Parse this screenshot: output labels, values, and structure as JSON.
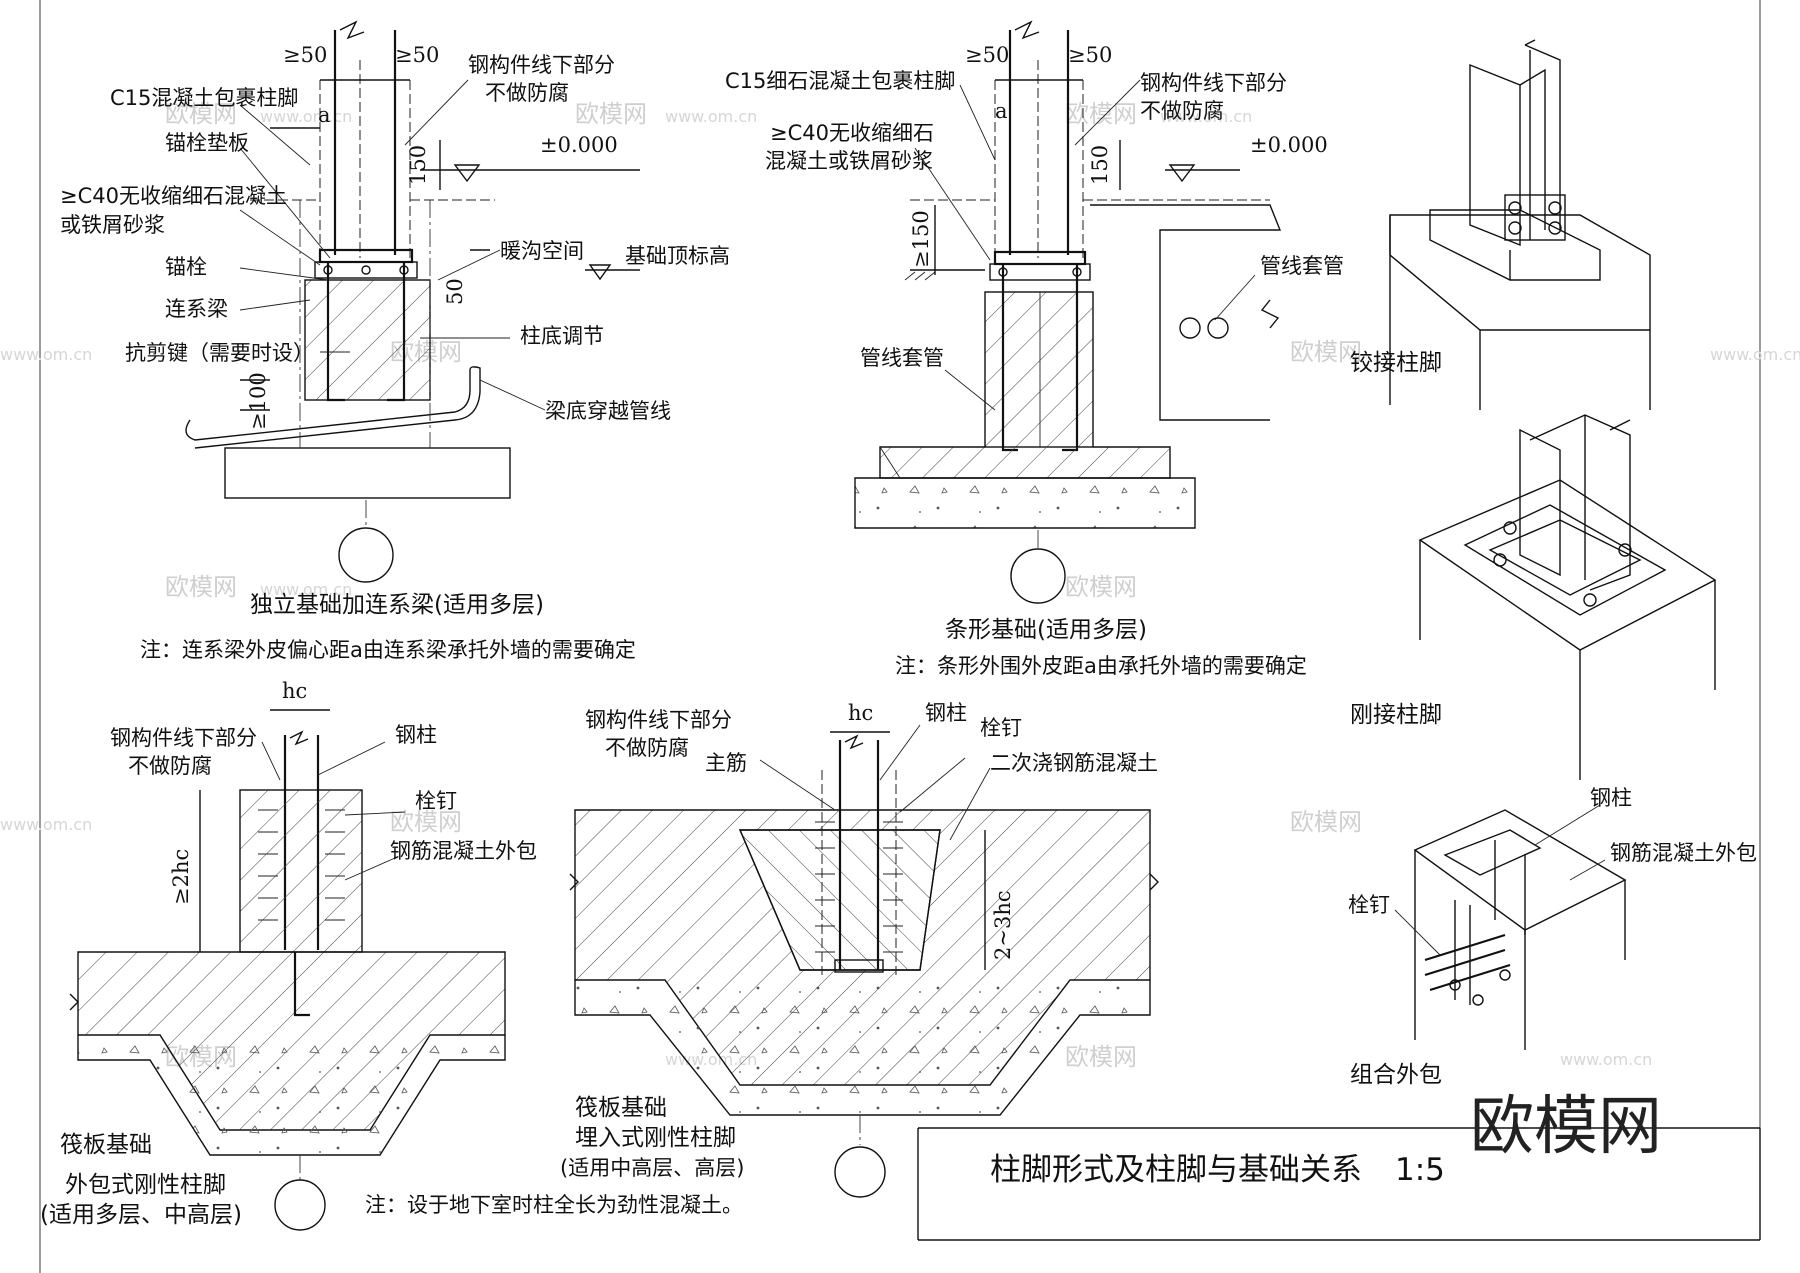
{
  "watermark": {
    "cn": "欧模网",
    "url": "www.om.cn",
    "brand": "欧模网"
  },
  "title_block": {
    "title": "柱脚形式及柱脚与基础关系",
    "scale": "1:5"
  },
  "detail1": {
    "dim_left": "≥50",
    "dim_right": "≥50",
    "dim_a": "a",
    "dim_150": "150",
    "dim_50": "50",
    "dim_100": "≥100",
    "elevation": "±0.000",
    "labels": {
      "encase": "C15混凝土包裹柱脚",
      "no_corrosion_1": "钢构件线下部分",
      "no_corrosion_2": "不做防腐",
      "anchor_plate": "锚栓垫板",
      "grout_1": "≥C40无收缩细石混凝土",
      "grout_2": "或铁屑砂浆",
      "anchor": "锚栓",
      "tie_beam": "连系梁",
      "shear_key": "抗剪键（需要时设）",
      "trench": "暖沟空间",
      "found_top": "基础顶标高",
      "base_adjust": "柱底调节",
      "pipe": "梁底穿越管线"
    },
    "caption": "独立基础加连系梁(适用多层)",
    "note": "注：连系梁外皮偏心距a由连系梁承托外墙的需要确定"
  },
  "detail2": {
    "dim_left": "≥50",
    "dim_right": "≥50",
    "dim_a": "a",
    "dim_150": "150",
    "dim_150b": "≥150",
    "elevation": "±0.000",
    "labels": {
      "encase": "C15细石混凝土包裹柱脚",
      "no_corrosion_1": "钢构件线下部分",
      "no_corrosion_2": "不做防腐",
      "grout_1": "≥C40无收缩细石",
      "grout_2": "混凝土或铁屑砂浆",
      "sleeve_right": "管线套管",
      "sleeve_left": "管线套管"
    },
    "caption": "条形基础(适用多层)",
    "note": "注：条形外围外皮距a由承托外墙的需要确定"
  },
  "detail3": {
    "dim_hc": "hc",
    "dim_2hc": "≥2hc",
    "labels": {
      "no_corrosion_1": "钢构件线下部分",
      "no_corrosion_2": "不做防腐",
      "steel_col": "钢柱",
      "stud": "栓钉",
      "rc_encase": "钢筋混凝土外包"
    },
    "caption_1": "筏板基础",
    "caption_2": "外包式刚性柱脚",
    "caption_3": "(适用多层、中高层)"
  },
  "detail4": {
    "dim_hc": "hc",
    "dim_side": "2~3hc",
    "labels": {
      "no_corrosion_1": "钢构件线下部分",
      "no_corrosion_2": "不做防腐",
      "main_rebar": "主筋",
      "steel_col": "钢柱",
      "stud": "栓钉",
      "second_pour": "二次浇钢筋混凝土"
    },
    "caption_1": "筏板基础",
    "caption_2": "埋入式刚性柱脚",
    "caption_3": "(适用中高层、高层)",
    "note": "注：设于地下室时柱全长为劲性混凝土。"
  },
  "iso": {
    "hinged": "铰接柱脚",
    "rigid": "刚接柱脚",
    "steel_col": "钢柱",
    "rc_encase": "钢筋混凝土外包",
    "stud": "栓钉",
    "composite": "组合外包"
  }
}
